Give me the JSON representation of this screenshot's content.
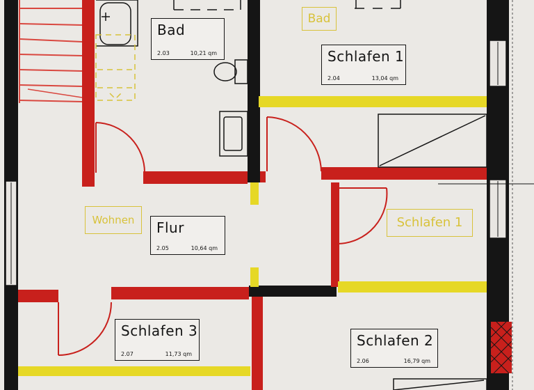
{
  "colors": {
    "paper": "#e9e6e2",
    "wall_black": "#151515",
    "wall_red": "#c8201c",
    "wall_yellow": "#e6d826",
    "annotation_yellow": "#d8c23a",
    "stair_red": "#d9473f"
  },
  "rooms": {
    "bad": {
      "name": "Bad",
      "number": "2.03",
      "area": "10,21 qm"
    },
    "schlafen1": {
      "name": "Schlafen 1",
      "number": "2.04",
      "area": "13,04 qm"
    },
    "flur": {
      "name": "Flur",
      "number": "2.05",
      "area": "10,64 qm"
    },
    "schlafen3": {
      "name": "Schlafen 3",
      "number": "2.07",
      "area": "11,73 qm"
    },
    "schlafen2": {
      "name": "Schlafen 2",
      "number": "2.06",
      "area": "16,79 qm"
    }
  },
  "yellow_labels": {
    "bad": "Bad",
    "wohnen": "Wohnen",
    "schlafen1": "Schlafen 1"
  }
}
